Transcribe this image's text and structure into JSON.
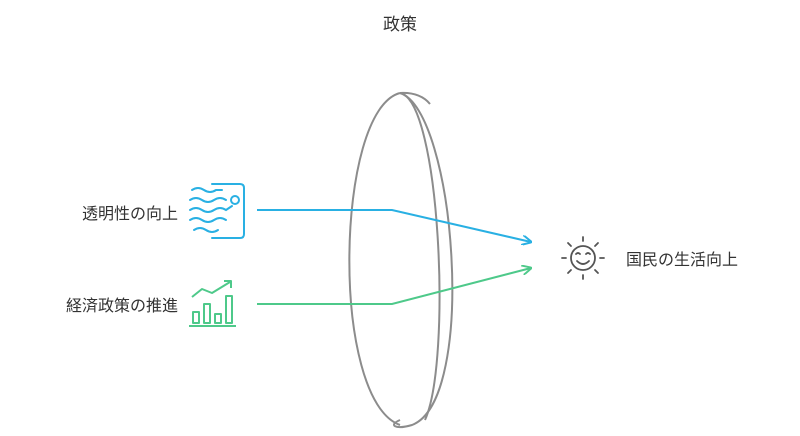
{
  "title": "政策",
  "inputs": [
    {
      "label": "透明性の向上",
      "color": "#29b0e3",
      "icon": "transparency-waves-icon"
    },
    {
      "label": "経済政策の推進",
      "color": "#4ec98a",
      "icon": "growth-bar-chart-icon"
    }
  ],
  "output": {
    "label": "国民の生活向上",
    "icon": "smiling-sun-icon"
  },
  "lens": {
    "color": "#8c8c8c"
  }
}
